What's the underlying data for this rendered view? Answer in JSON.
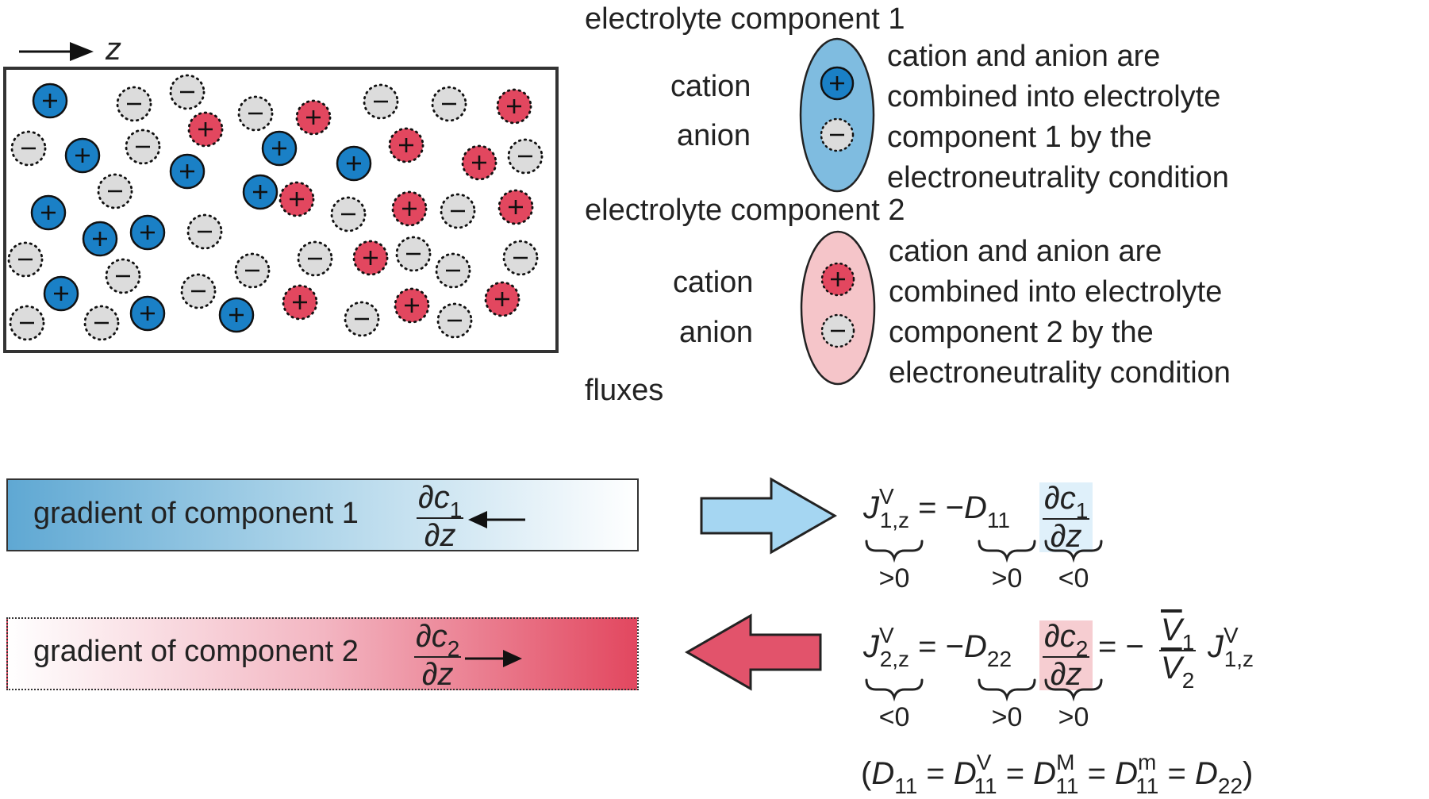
{
  "axis_label": "z",
  "legend": {
    "component1": {
      "title": "electrolyte component 1",
      "cation_label": "cation",
      "anion_label": "anion",
      "description": [
        "cation and anion are",
        "combined into electrolyte",
        "component 1 by the",
        "electroneutrality condition"
      ]
    },
    "component2": {
      "title": "electrolyte component 2",
      "cation_label": "cation",
      "anion_label": "anion",
      "description": [
        "cation and anion are",
        "combined into electrolyte",
        "component 2 by the",
        "electroneutrality condition"
      ]
    }
  },
  "fluxes_label": "fluxes",
  "gradient1": {
    "label": "gradient of component 1",
    "num": "∂c",
    "num_sub": "1",
    "den": "∂z"
  },
  "gradient2": {
    "label": "gradient of component 2",
    "num": "∂c",
    "num_sub": "2",
    "den": "∂z"
  },
  "eq1": {
    "J": "J",
    "J_sup": "V",
    "J_sub": "1,z",
    "eq": "=",
    "minus": "−",
    "D": "D",
    "D_sub": "11",
    "dnum": "∂c",
    "dnum_sub": "1",
    "dden": "∂z",
    "brace_J": ">0",
    "brace_D": ">0",
    "brace_grad": "<0"
  },
  "eq2": {
    "J": "J",
    "J_sup": "V",
    "J_sub": "2,z",
    "eq": "=",
    "minus": "−",
    "D": "D",
    "D_sub": "22",
    "dnum": "∂c",
    "dnum_sub": "2",
    "dden": "∂z",
    "eq2": "=",
    "minus2": "−",
    "Vnum": "V",
    "Vnum_sub": "1",
    "Vden": "V",
    "Vden_sub": "2",
    "J2": "J",
    "J2_sup": "V",
    "J2_sub": "1,z",
    "brace_J": "<0",
    "brace_D": ">0",
    "brace_grad": ">0"
  },
  "identity": {
    "open": "(",
    "D": "D",
    "sub": "11",
    "eq": "=",
    "sup_V": "V",
    "sup_M": "M",
    "sup_m": "m",
    "D22_sub": "22",
    "close": ")"
  },
  "colors": {
    "blue_cation": "#1a80c6",
    "red_cation": "#e2475f",
    "anion": "#dcdcdc",
    "blue_ellipse": "#7fbce0",
    "red_ellipse": "#f5c5c9",
    "arrow_blue": "#a5d6f2",
    "arrow_red": "#e2536b"
  },
  "particles": {
    "blue": [
      [
        63,
        127
      ],
      [
        104,
        196
      ],
      [
        61,
        268
      ],
      [
        126,
        301
      ],
      [
        186,
        293
      ],
      [
        236,
        216
      ],
      [
        77,
        370
      ],
      [
        186,
        395
      ],
      [
        298,
        397
      ],
      [
        352,
        187
      ],
      [
        328,
        242
      ],
      [
        446,
        206
      ]
    ],
    "red": [
      [
        259,
        163
      ],
      [
        395,
        148
      ],
      [
        512,
        183
      ],
      [
        648,
        134
      ],
      [
        604,
        205
      ],
      [
        374,
        251
      ],
      [
        516,
        263
      ],
      [
        650,
        261
      ],
      [
        467,
        325
      ],
      [
        378,
        381
      ],
      [
        519,
        385
      ],
      [
        633,
        377
      ]
    ],
    "anion": [
      [
        36,
        187
      ],
      [
        169,
        131
      ],
      [
        236,
        116
      ],
      [
        180,
        185
      ],
      [
        145,
        241
      ],
      [
        322,
        143
      ],
      [
        480,
        128
      ],
      [
        566,
        131
      ],
      [
        662,
        197
      ],
      [
        439,
        270
      ],
      [
        577,
        266
      ],
      [
        258,
        292
      ],
      [
        32,
        327
      ],
      [
        155,
        348
      ],
      [
        250,
        367
      ],
      [
        318,
        341
      ],
      [
        397,
        326
      ],
      [
        521,
        320
      ],
      [
        571,
        341
      ],
      [
        656,
        325
      ],
      [
        34,
        407
      ],
      [
        128,
        407
      ],
      [
        456,
        402
      ],
      [
        573,
        404
      ]
    ]
  }
}
